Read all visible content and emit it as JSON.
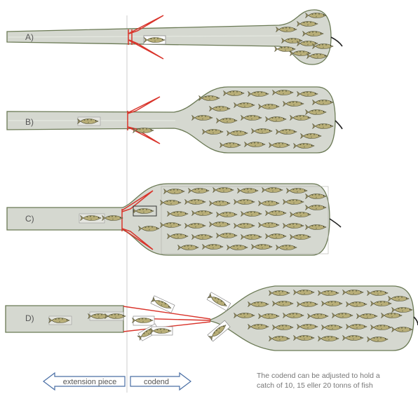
{
  "rows": [
    {
      "label": "A)"
    },
    {
      "label": "B)"
    },
    {
      "label": "C)"
    },
    {
      "label": "D)"
    }
  ],
  "arrows": {
    "left_label": "extension piece",
    "right_label": "codend"
  },
  "note": {
    "line1": "The codend can be adjusted to hold a",
    "line2": "catch of 10, 15 eller 20 tonns of fish"
  },
  "colors": {
    "net_fill": "#d5d8d0",
    "net_stroke": "#6b7a55",
    "float_red": "#d9342b",
    "fish_body": "#b6ad78",
    "fish_dark": "#5b5a3c",
    "arrow_stroke": "#4a6fa5",
    "guide_line": "#cccccc"
  }
}
